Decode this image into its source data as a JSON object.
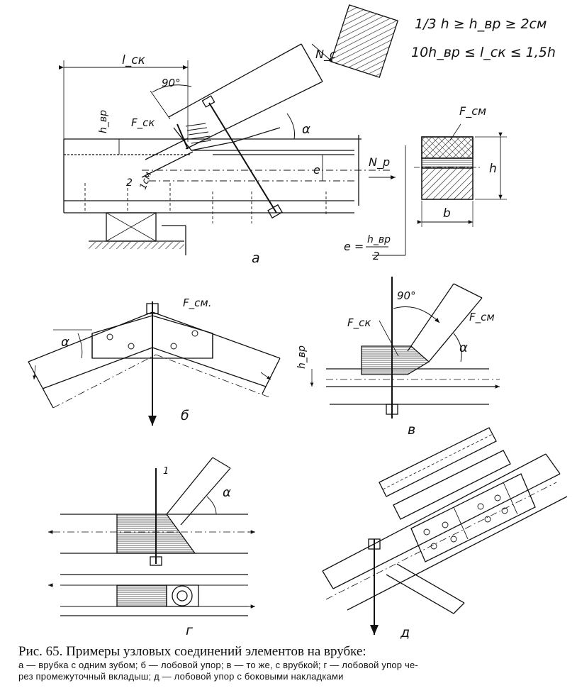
{
  "formulas": {
    "f1": "1/3 h ≥ h_вр ≥ 2см",
    "f2": "10h_вр ≤ l_ск ≤ 1,5h",
    "e_eq_lhs": "e =",
    "e_eq_num": "h_вр",
    "e_eq_den": "2"
  },
  "panel_a": {
    "letter": "а",
    "l_ck": "l_ск",
    "angle90": "90°",
    "Nc": "N_c",
    "alpha": "α",
    "h_bp": "h_вр",
    "F_ck": "F_ск",
    "one_cm": "1см",
    "two": "2",
    "e": "e",
    "Np": "N_р",
    "F_cm": "F_см",
    "h": "h",
    "b": "b"
  },
  "panel_b": {
    "letter": "б",
    "F_cm": "F_см.",
    "alpha": "α"
  },
  "panel_v": {
    "letter": "в",
    "angle90": "90°",
    "F_ck": "F_ск",
    "F_cm": "F_см",
    "alpha": "α",
    "h_bp": "h_вр"
  },
  "panel_g": {
    "letter": "г",
    "one": "1",
    "alpha": "α"
  },
  "panel_d": {
    "letter": "д"
  },
  "caption": {
    "title": "Рис. 65. Примеры узловых соединений элементов на врубке:",
    "line1": "а — врубка с одним зубом; б — лобовой упор; в — то же, с врубкой; г — лобовой упор че-",
    "line2": "рез промежуточный вкладыш; д — лобовой упор с боковыми накладками"
  }
}
